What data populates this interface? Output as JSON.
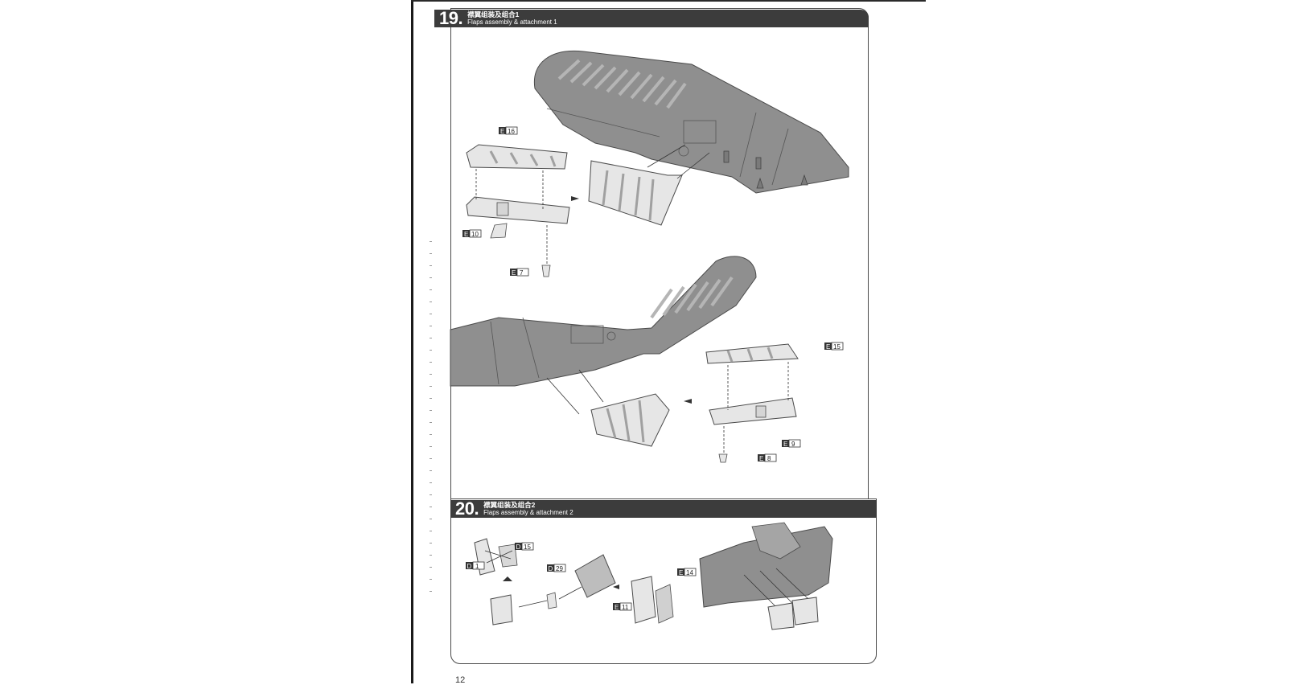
{
  "steps": [
    {
      "number": "19.",
      "title_zh": "襟翼组装及组合1",
      "title_en": "Flaps assembly & attachment 1",
      "parts": [
        {
          "sprue": "E",
          "num": "16"
        },
        {
          "sprue": "E",
          "num": "10"
        },
        {
          "sprue": "E",
          "num": "7"
        },
        {
          "sprue": "E",
          "num": "15"
        },
        {
          "sprue": "E",
          "num": "9"
        },
        {
          "sprue": "E",
          "num": "8"
        }
      ]
    },
    {
      "number": "20.",
      "title_zh": "襟翼组装及组合2",
      "title_en": "Flaps assembly & attachment 2",
      "parts": [
        {
          "sprue": "D",
          "num": "15"
        },
        {
          "sprue": "D",
          "num": "1"
        },
        {
          "sprue": "D",
          "num": "29"
        },
        {
          "sprue": "E",
          "num": "14"
        },
        {
          "sprue": "E",
          "num": "11"
        }
      ]
    }
  ],
  "page_number": "12",
  "colors": {
    "header_bg": "#3c3c3c",
    "wing_fill": "#8f8f8f",
    "part_fill": "#e6e6e6",
    "line": "#4a4a4a"
  }
}
